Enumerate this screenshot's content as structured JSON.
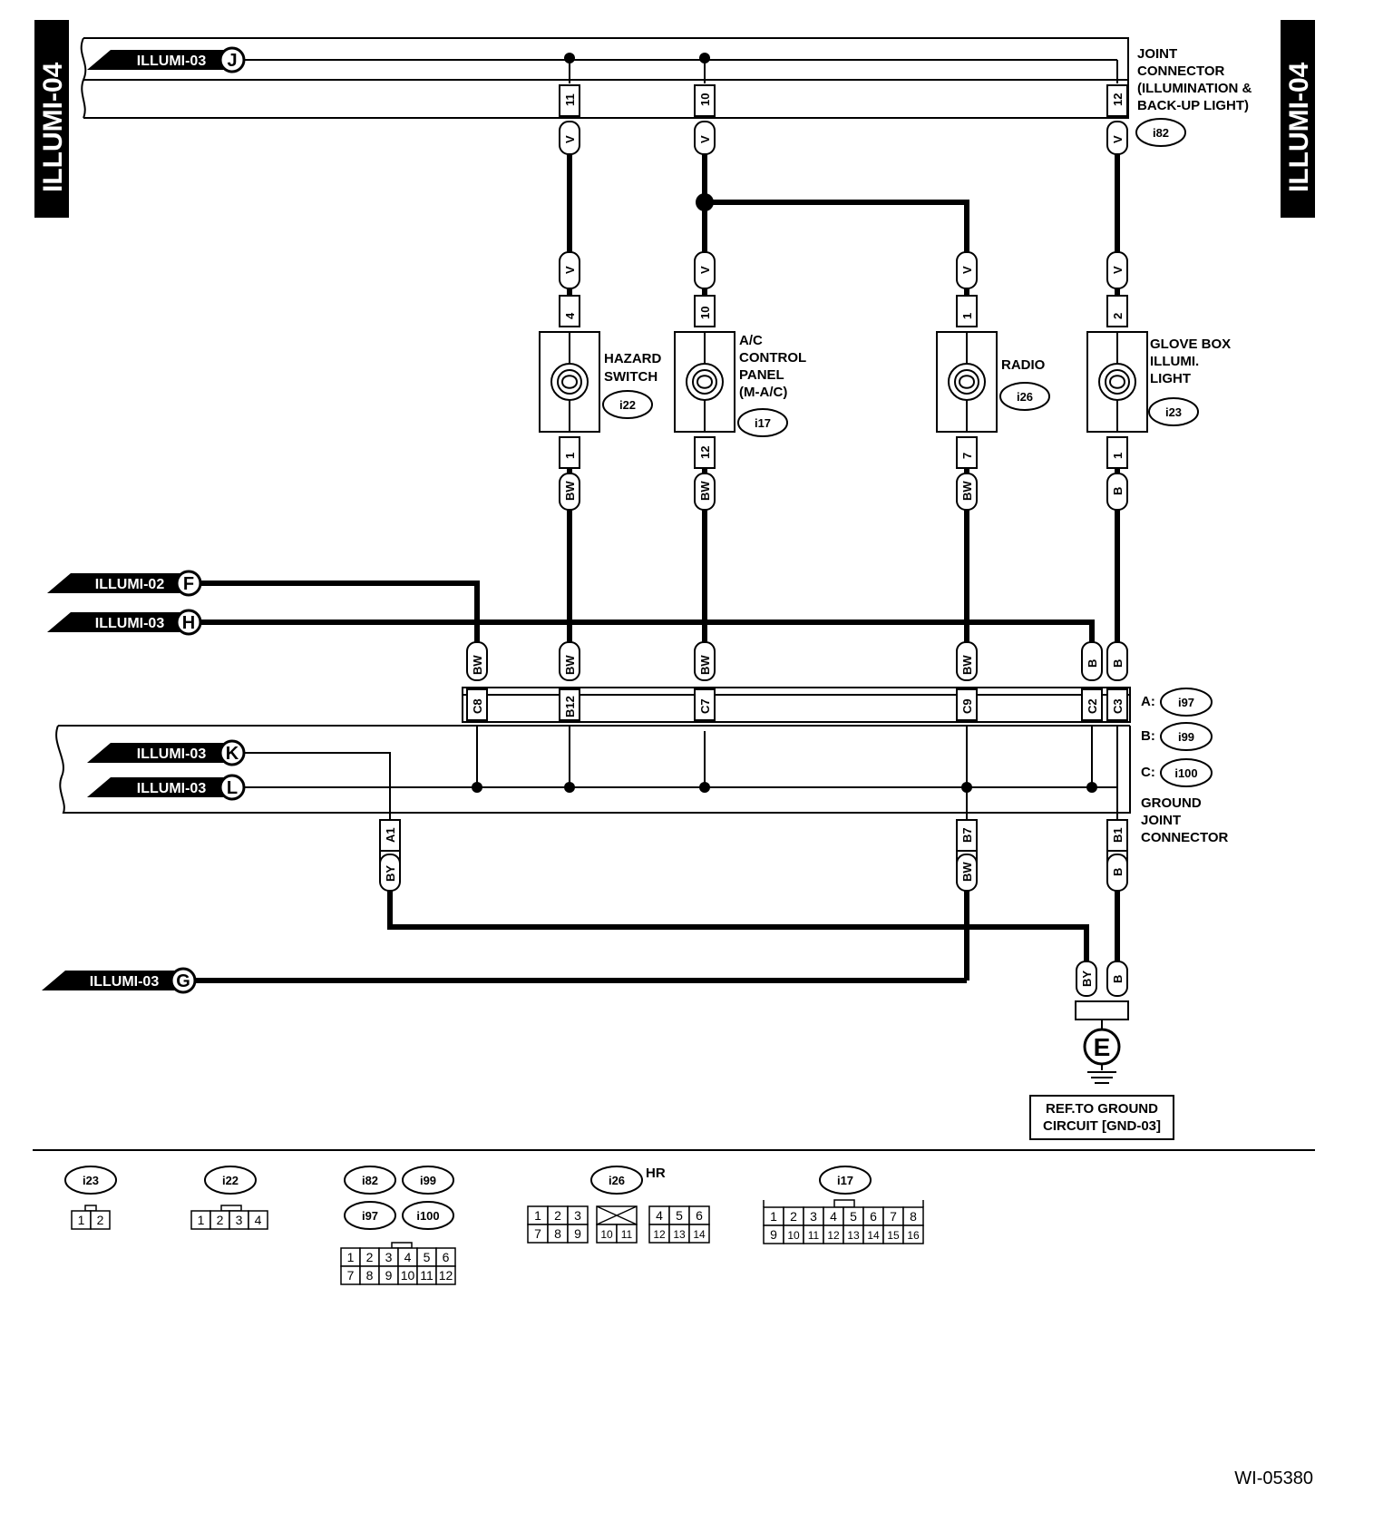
{
  "page": {
    "side_tag": "ILLUMI-04",
    "figure_id": "WI-05380"
  },
  "offpage": [
    {
      "id": "J",
      "label": "ILLUMI-03"
    },
    {
      "id": "F",
      "label": "ILLUMI-02"
    },
    {
      "id": "H",
      "label": "ILLUMI-03"
    },
    {
      "id": "K",
      "label": "ILLUMI-03"
    },
    {
      "id": "L",
      "label": "ILLUMI-03"
    },
    {
      "id": "G",
      "label": "ILLUMI-03"
    }
  ],
  "joint_connector": {
    "lines": [
      "JOINT",
      "CONNECTOR",
      "(ILLUMINATION &",
      "BACK-UP LIGHT)"
    ],
    "code": "i82",
    "pins": [
      "11",
      "10",
      "12"
    ]
  },
  "components": [
    {
      "id": "hazard",
      "lines": [
        "HAZARD",
        "SWITCH"
      ],
      "code": "i22",
      "top_pin": "4",
      "bottom_pin": "1",
      "top_wire": "V",
      "bottom_wire": "BW"
    },
    {
      "id": "ac",
      "lines": [
        "A/C",
        "CONTROL",
        "PANEL",
        "(M-A/C)"
      ],
      "code": "i17",
      "top_pin": "10",
      "bottom_pin": "12",
      "top_wire": "V",
      "bottom_wire": "BW"
    },
    {
      "id": "radio",
      "lines": [
        "RADIO"
      ],
      "code": "i26",
      "top_pin": "1",
      "bottom_pin": "7",
      "top_wire": "V",
      "bottom_wire": "BW"
    },
    {
      "id": "glove",
      "lines": [
        "GLOVE BOX",
        "ILLUMI.",
        "LIGHT"
      ],
      "code": "i23",
      "top_pin": "2",
      "bottom_pin": "1",
      "top_wire": "V",
      "bottom_wire": "B"
    }
  ],
  "ground_joint": {
    "lines": [
      "GROUND",
      "JOINT",
      "CONNECTOR"
    ],
    "refs": [
      {
        "letter": "A:",
        "code": "i97"
      },
      {
        "letter": "B:",
        "code": "i99"
      },
      {
        "letter": "C:",
        "code": "i100"
      }
    ],
    "top_pins": [
      {
        "pin": "C8",
        "wire": "BW"
      },
      {
        "pin": "B12",
        "wire": "BW"
      },
      {
        "pin": "C7",
        "wire": "BW"
      },
      {
        "pin": "C9",
        "wire": "BW"
      },
      {
        "pin": "C2",
        "wire": "B"
      },
      {
        "pin": "C3",
        "wire": "B"
      }
    ],
    "bottom_pins": [
      {
        "pin": "A1",
        "wire": "BY"
      },
      {
        "pin": "B7",
        "wire": "BW"
      },
      {
        "pin": "B1",
        "wire": "B"
      }
    ]
  },
  "ground": {
    "letter": "E",
    "wires": [
      "BY",
      "B"
    ],
    "ref_lines": [
      "REF.TO GROUND",
      "CIRCUIT [GND-03]"
    ]
  },
  "wire_labels": {
    "v": "V"
  },
  "legend": [
    {
      "code": "i23",
      "rows": [
        [
          "1",
          "2"
        ]
      ]
    },
    {
      "code": "i22",
      "rows": [
        [
          "1",
          "2",
          "3",
          "4"
        ]
      ]
    },
    {
      "codes": [
        "i82",
        "i99",
        "i97",
        "i100"
      ],
      "rows": [
        [
          "1",
          "2",
          "3",
          "4",
          "5",
          "6"
        ],
        [
          "7",
          "8",
          "9",
          "10",
          "11",
          "12"
        ]
      ]
    },
    {
      "code": "i26",
      "suffix": "HR",
      "rows": [
        [
          "1",
          "2",
          "3",
          "",
          "4",
          "5",
          "6"
        ],
        [
          "7",
          "8",
          "9",
          "10",
          "11",
          "12",
          "13",
          "14"
        ]
      ]
    },
    {
      "code": "i17",
      "rows": [
        [
          "1",
          "2",
          "3",
          "4",
          "5",
          "6",
          "7",
          "8"
        ],
        [
          "9",
          "10",
          "11",
          "12",
          "13",
          "14",
          "15",
          "16"
        ]
      ]
    }
  ]
}
